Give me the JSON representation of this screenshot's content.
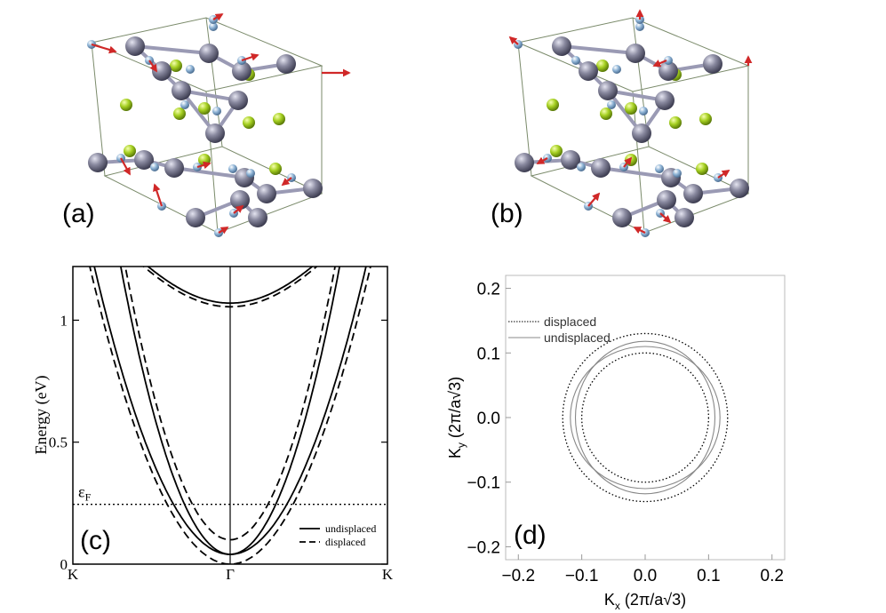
{
  "panels": {
    "a": {
      "label": "(a)"
    },
    "b": {
      "label": "(b)"
    },
    "c": {
      "label": "(c)"
    },
    "d": {
      "label": "(d)"
    }
  },
  "colors": {
    "large_atom": "#8a8aa0",
    "small_atom": "#8fb4d6",
    "green_atom": "#a6d022",
    "arrow": "#d02828",
    "bond": "#9a9ab4",
    "cell_edge": "#7a8a6a"
  },
  "chart_data": [
    {
      "type": "line",
      "panel": "(c)",
      "title": "",
      "xlabel": "",
      "ylabel": "Energy (eV)",
      "ylim": [
        0,
        1.22
      ],
      "yticks": [
        "0",
        "0.5",
        "1"
      ],
      "xticks": [
        "K",
        "Γ",
        "K"
      ],
      "fermi_label": "εF",
      "fermi_level": 0.245,
      "legend": [
        {
          "name": "undisplaced",
          "style": "solid"
        },
        {
          "name": "displaced",
          "style": "dashed"
        }
      ],
      "series": [
        {
          "style": "solid",
          "description": "parabolic band",
          "min_energy": 0.04,
          "fermi_kx": 0.29
        },
        {
          "style": "solid",
          "description": "parabolic band",
          "min_energy": 0.04,
          "fermi_kx": 0.36
        },
        {
          "style": "dashed",
          "description": "parabolic band",
          "min_energy": 0.0,
          "fermi_kx": 0.4
        },
        {
          "style": "dashed",
          "description": "parabolic band",
          "min_energy": 0.1,
          "fermi_kx": 0.24
        },
        {
          "style": "solid",
          "description": "upper band",
          "min_energy": 1.07
        },
        {
          "style": "dashed",
          "description": "upper band",
          "min_energy": 1.055
        }
      ]
    },
    {
      "type": "line",
      "panel": "(d)",
      "title": "",
      "xlabel": "Kx (2π/a√3)",
      "ylabel": "Ky (2π/a√3)",
      "xlim": [
        -0.22,
        0.22
      ],
      "ylim": [
        -0.22,
        0.22
      ],
      "xticks": [
        "−0.2",
        "−0.1",
        "0.0",
        "0.1",
        "0.2"
      ],
      "yticks": [
        "0.2",
        "0.1",
        "0.0",
        "−0.1",
        "−0.2"
      ],
      "legend": [
        {
          "name": "displaced",
          "style": "dotted"
        },
        {
          "name": "undisplaced",
          "style": "solid"
        }
      ],
      "series": [
        {
          "style": "dotted",
          "shape": "circle",
          "center": [
            0,
            0
          ],
          "radius": 0.13
        },
        {
          "style": "dotted",
          "shape": "circle",
          "center": [
            0,
            0
          ],
          "radius": 0.1
        },
        {
          "style": "solid",
          "shape": "ellipse",
          "center": [
            0,
            0
          ],
          "rx": 0.118,
          "ry": 0.11
        },
        {
          "style": "solid",
          "shape": "ellipse",
          "center": [
            0,
            0
          ],
          "rx": 0.11,
          "ry": 0.118
        }
      ]
    }
  ]
}
